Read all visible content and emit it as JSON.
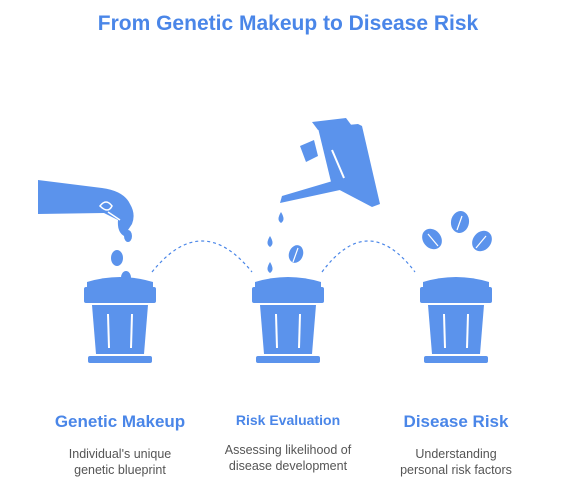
{
  "title": "From Genetic Makeup to Disease Risk",
  "colors": {
    "accent": "#4a86e8",
    "fill": "#5b93ec",
    "text": "#555555"
  },
  "steps": [
    {
      "title": "Genetic Makeup",
      "line1": "Individual's unique",
      "line2": "genetic blueprint"
    },
    {
      "title": "Risk Evaluation",
      "line1": "Assessing likelihood of",
      "line2": "disease development"
    },
    {
      "title": "Disease Risk",
      "line1": "Understanding",
      "line2": "personal risk factors"
    }
  ]
}
